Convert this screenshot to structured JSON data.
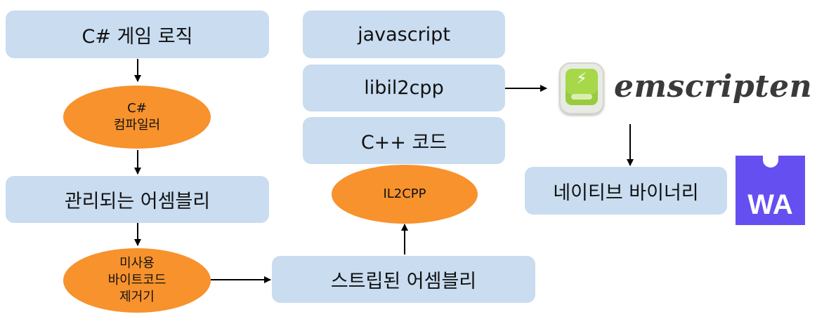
{
  "nodes": {
    "csharp_game_logic": "C# 게임 로직",
    "csharp_compiler": [
      "C#",
      "컴파일러"
    ],
    "managed_assembly": "관리되는 어셈블리",
    "unused_bytecode_remover": [
      "미사용",
      "바이트코드",
      "제거기"
    ],
    "stripped_assembly": "스트립된 어셈블리",
    "il2cpp": "IL2CPP",
    "cpp_code": "C++ 코드",
    "libil2cpp": "libil2cpp",
    "javascript": "javascript",
    "native_binary": "네이티브 바이너리"
  },
  "logos": {
    "emscripten": "emscripten",
    "emscripten_icon": "lightning-bolt-icon",
    "webassembly": "WA"
  },
  "colors": {
    "box_fill": "#c9dcf0",
    "oval_fill": "#f7922d",
    "wasm_purple": "#654ff0",
    "emscripten_green": "#a6d84a"
  }
}
